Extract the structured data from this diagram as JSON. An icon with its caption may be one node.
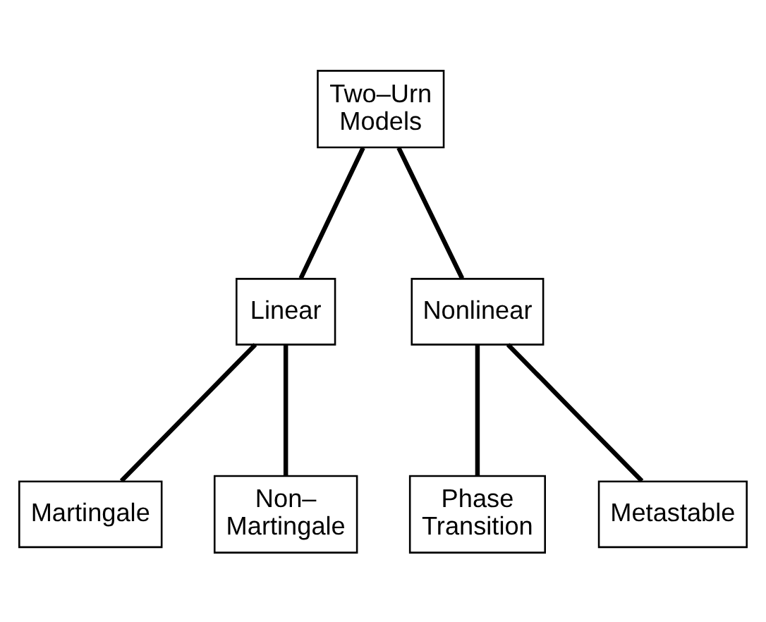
{
  "diagram": {
    "nodes": [
      {
        "text": [
          "Two–Urn Models"
        ]
      },
      {
        "text": [
          "Linear"
        ]
      },
      {
        "text": [
          "Nonlinear"
        ]
      },
      {
        "text": [
          "Martingale"
        ]
      },
      {
        "text": [
          "Non– Martingale"
        ]
      },
      {
        "text": [
          "Phase Transition"
        ]
      },
      {
        "text": [
          "Metastable"
        ]
      }
    ],
    "edges": [
      {
        "from": 0,
        "to": 1,
        "arrow": "none"
      },
      {
        "from": 0,
        "to": 2,
        "arrow": "none"
      },
      {
        "from": 1,
        "to": 3,
        "arrow": "none"
      },
      {
        "from": 1,
        "to": 4,
        "arrow": "none"
      },
      {
        "from": 2,
        "to": 5,
        "arrow": "none"
      },
      {
        "from": 2,
        "to": 6,
        "arrow": "none"
      }
    ]
  }
}
